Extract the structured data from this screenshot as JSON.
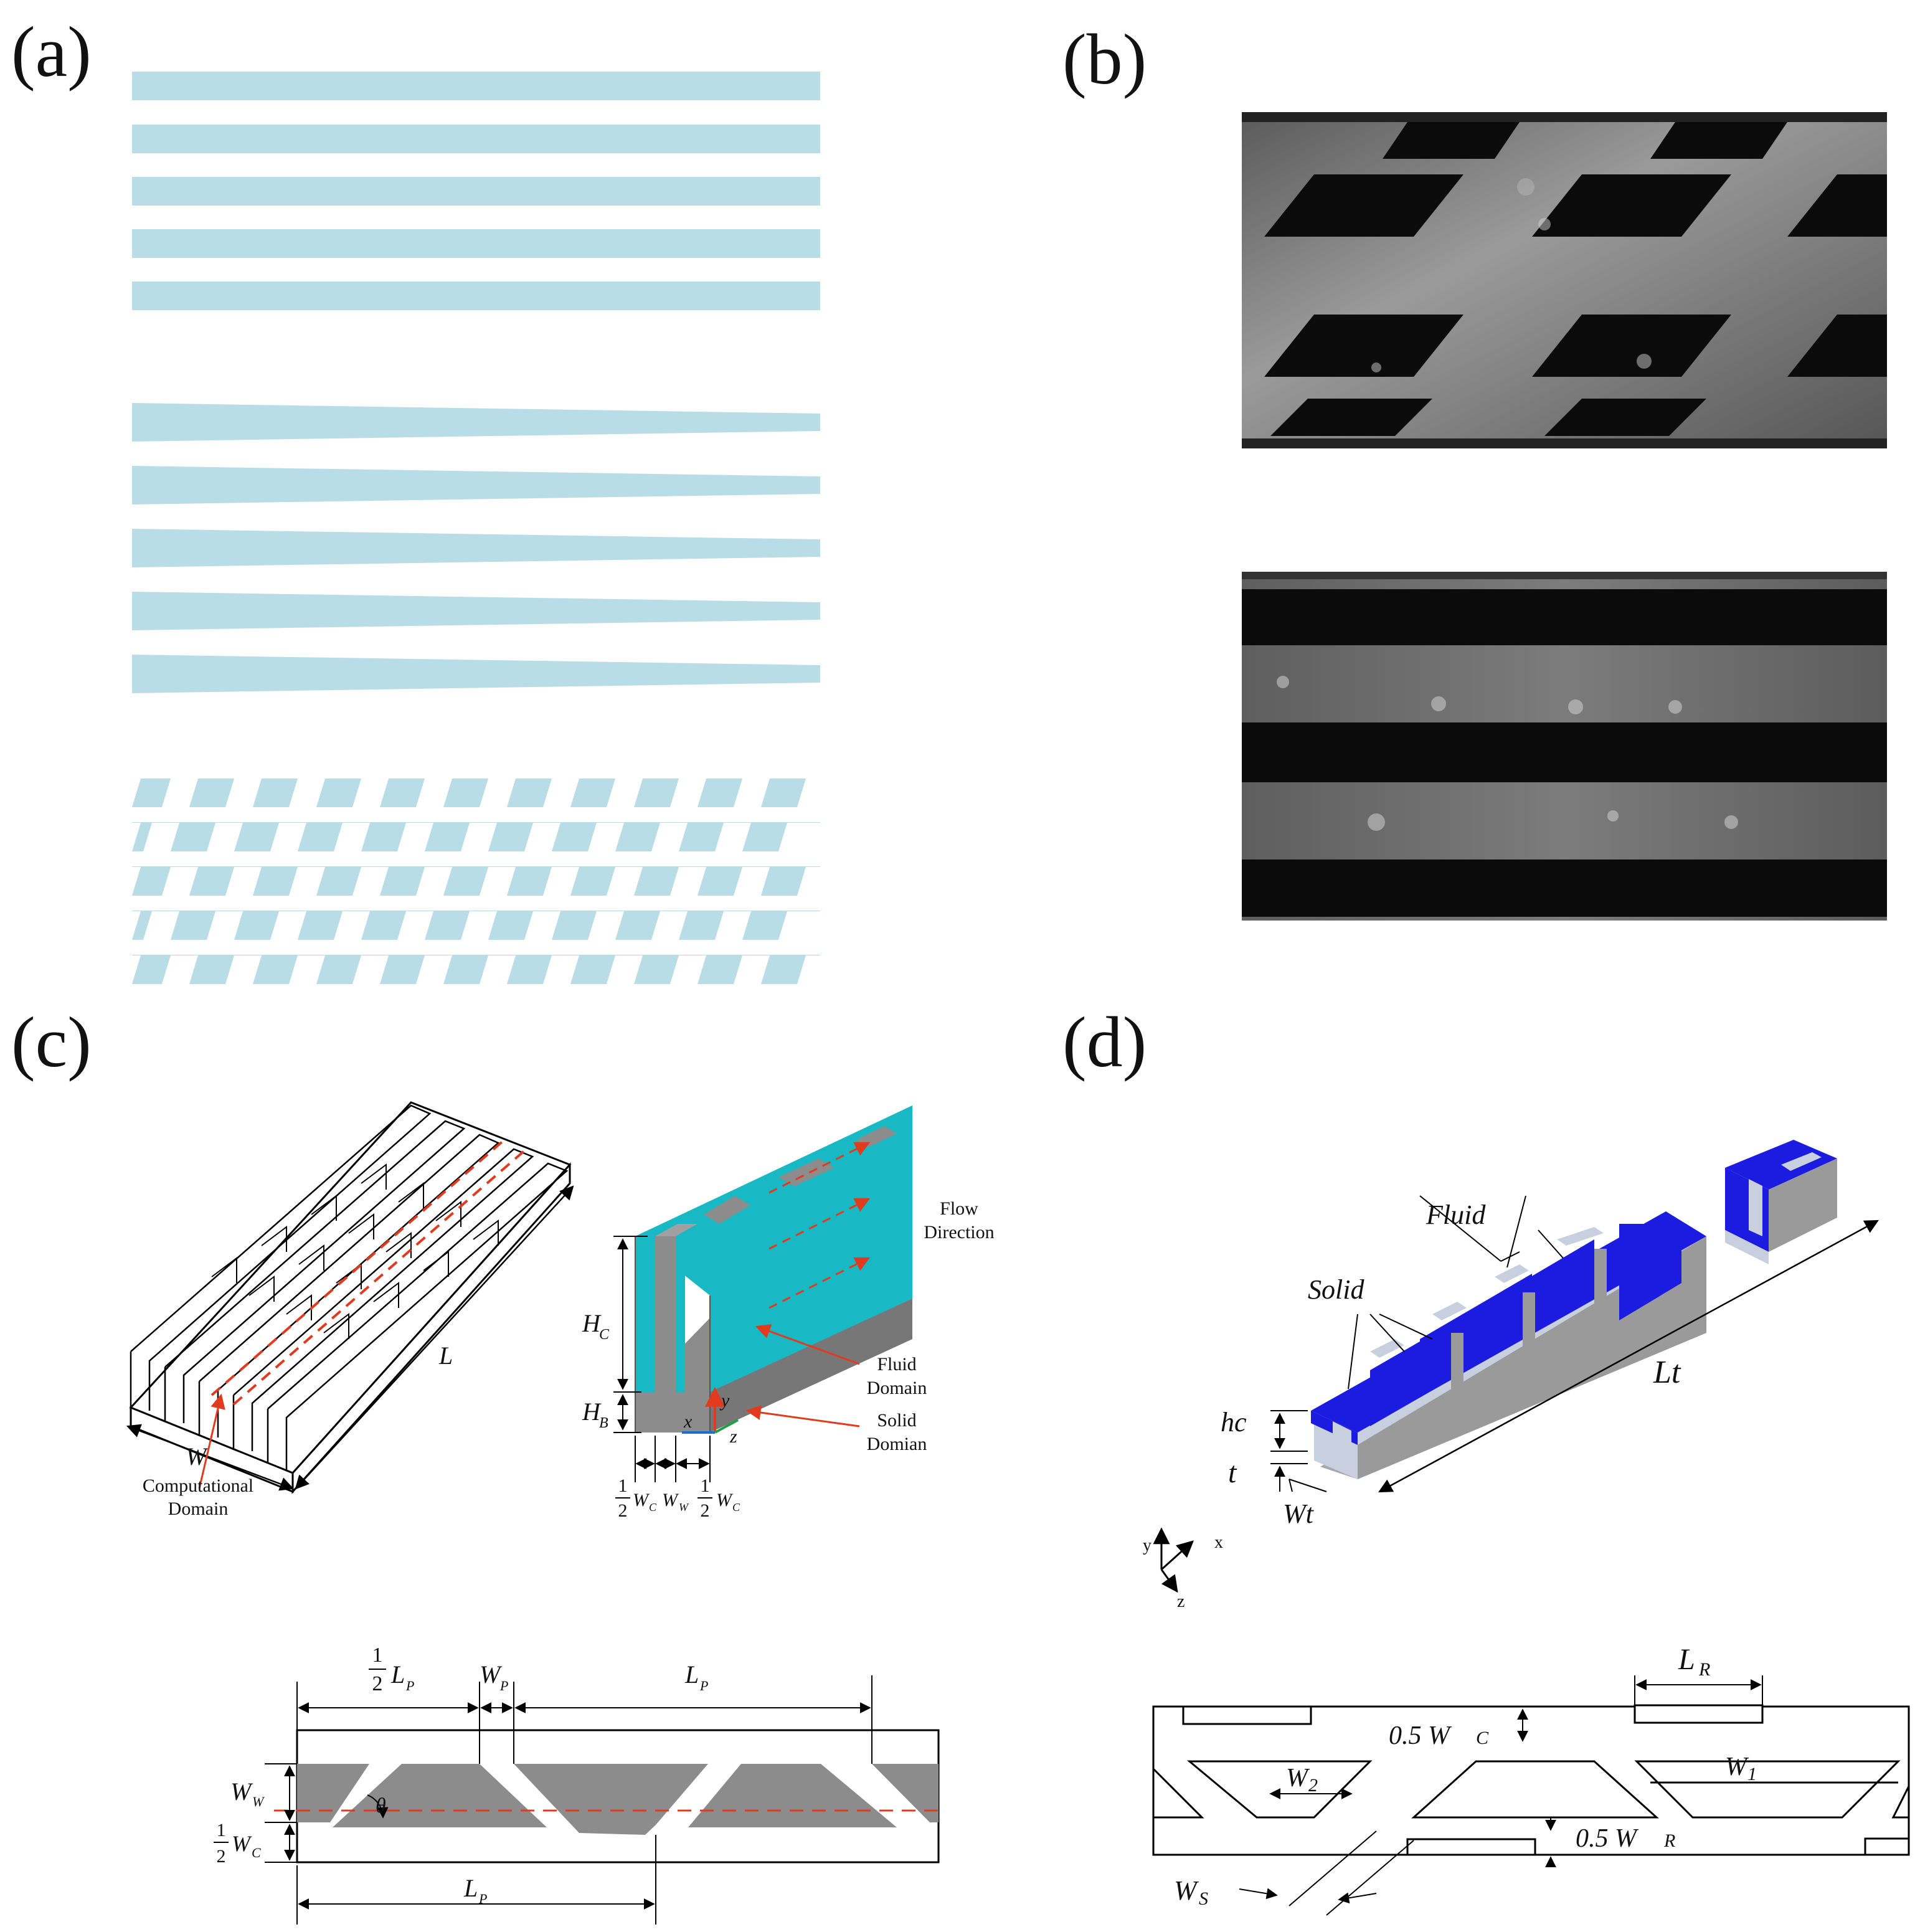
{
  "panels": {
    "a": {
      "label": "(a)"
    },
    "b": {
      "label": "(b)"
    },
    "c": {
      "label": "(c)",
      "iso": {
        "L": "L",
        "W": "W",
        "computational_domain_1": "Computational",
        "computational_domain_2": "Domain"
      },
      "section": {
        "flow_1": "Flow",
        "flow_2": "Direction",
        "fluid_1": "Fluid",
        "fluid_2": "Domain",
        "solid_1": "Solid",
        "solid_2": "Domian",
        "Hc_main": "H",
        "Hc_sub": "C",
        "Hb_main": "H",
        "Hb_sub": "B",
        "ax_x": "x",
        "ax_y": "y",
        "ax_z": "z",
        "frac_num": "1",
        "frac_den": "2",
        "wc_main": "W",
        "wc_sub": "C",
        "ww_main": "W",
        "ww_sub": "W"
      },
      "plan": {
        "frac_num": "1",
        "frac_den": "2",
        "lp_main": "L",
        "lp_sub": "P",
        "wp_main": "W",
        "wp_sub": "P",
        "ww_main": "W",
        "ww_sub": "W",
        "wc_main": "W",
        "wc_sub": "C",
        "theta": "θ"
      }
    },
    "d": {
      "label": "(d)",
      "iso": {
        "fluid": "Fluid",
        "solid": "Solid",
        "Lt": "Lt",
        "hc": "hc",
        "t": "t",
        "Wt": "Wt",
        "ax_x": "x",
        "ax_y": "y",
        "ax_z": "z"
      },
      "plan": {
        "lr_main": "L",
        "lr_sub": "R",
        "wc_label": "0.5 W",
        "wc_sub": "C",
        "w1_main": "W",
        "w1_sub": "1",
        "w2_main": "W",
        "w2_sub": "2",
        "wr_label": "0.5 W",
        "wr_sub": "R",
        "ws_main": "W",
        "ws_sub": "S"
      }
    }
  },
  "colors": {
    "channel_blue": "#b9dde6",
    "photo_dark": "#0b0b0b",
    "photo_gray": "#6e6e6e",
    "fluid_cyan": "#18b8c4",
    "solid_gray": "#8c8c8c",
    "dashed_red": "#e03b1e",
    "fluid_blue": "#1c1ce0",
    "solid_light": "#c8d0e0"
  }
}
